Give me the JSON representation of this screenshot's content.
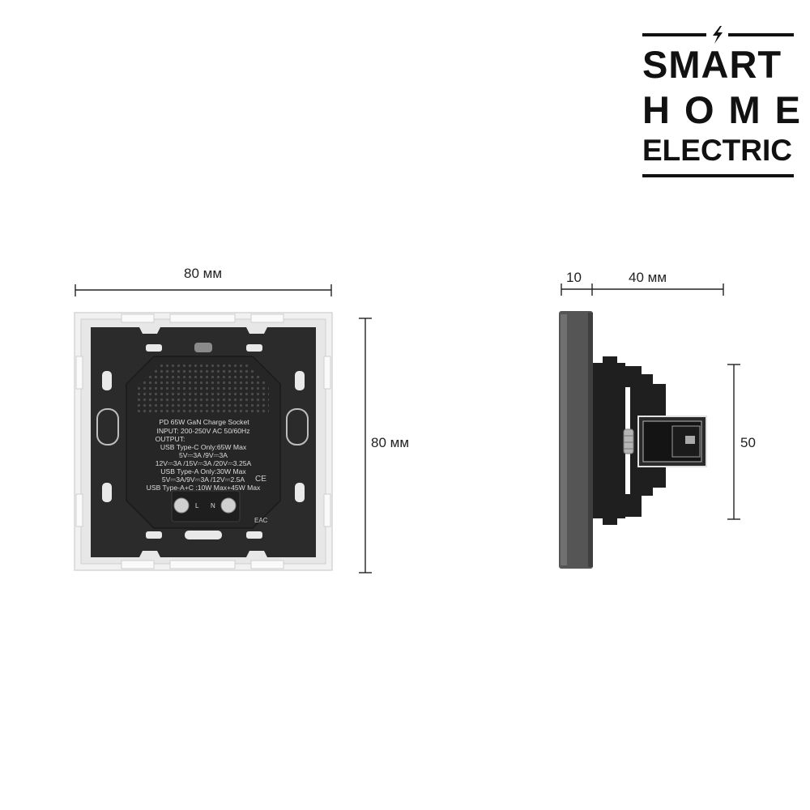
{
  "logo": {
    "line1": "SMART",
    "line2": "HOME",
    "line3": "ELECTRIC",
    "icon": "lightning-bolt-icon",
    "color": "#111111"
  },
  "front_view": {
    "width_label": "80 мм",
    "height_label": "80 мм",
    "label_lines": [
      "PD 65W GaN Charge Socket",
      "INPUT: 200-250V AC 50/60Hz",
      "OUTPUT:",
      "USB Type-C Only:65W Max",
      "5V⎓3A /9V⎓3A",
      "12V⎓3A /15V⎓3A /20V⎓3.25A",
      "USB Type-A Only:30W Max",
      "5V⎓3A/9V⎓3A /12V⎓2.5A",
      "USB Type-A+C :10W Max+45W Max"
    ],
    "terminal_l": "L",
    "terminal_n": "N",
    "mark_ce": "CE",
    "mark_eac": "EAC"
  },
  "side_view": {
    "frame_depth_label": "10",
    "body_depth_label": "40 мм",
    "body_height_label": "50"
  },
  "colors": {
    "frame": "#f1f1f1",
    "body": "#2b2b2b",
    "side_plate": "#555555",
    "ink": "#222222"
  }
}
